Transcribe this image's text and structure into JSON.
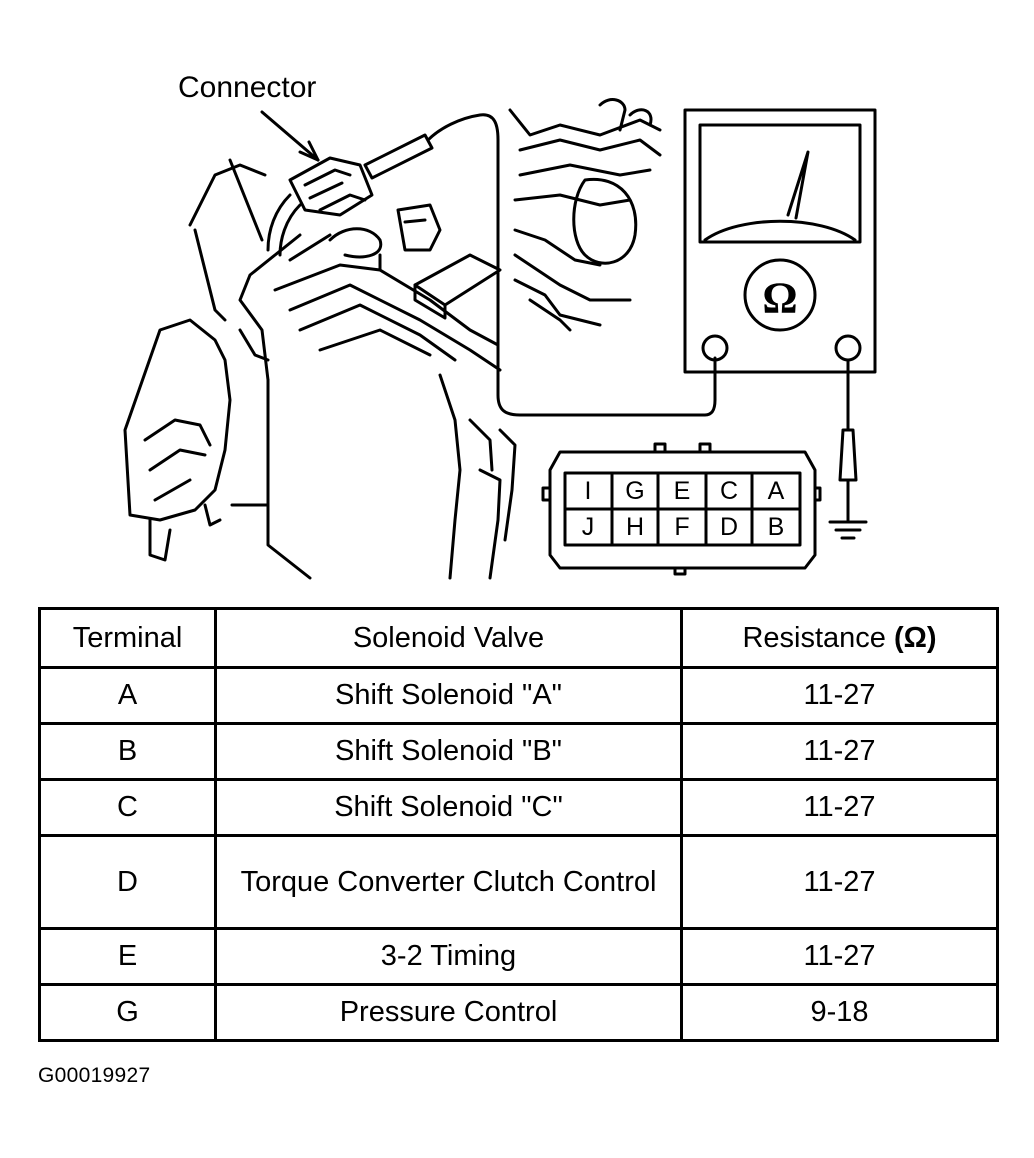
{
  "diagram": {
    "callout_label": "Connector",
    "meter_symbol": "Ω",
    "connector_pins_top": [
      "I",
      "G",
      "E",
      "C",
      "A"
    ],
    "connector_pins_bottom": [
      "J",
      "H",
      "F",
      "D",
      "B"
    ],
    "icons": [
      "multimeter-icon",
      "ground-symbol-icon",
      "probe-icon",
      "transmission-illustration"
    ]
  },
  "table": {
    "headers": {
      "terminal": "Terminal",
      "valve": "Solenoid Valve",
      "resistance": "Resistance",
      "resistance_unit": "(Ω)"
    },
    "rows": [
      {
        "terminal": "A",
        "valve": "Shift Solenoid \"A\"",
        "resistance": "11-27"
      },
      {
        "terminal": "B",
        "valve": "Shift Solenoid \"B\"",
        "resistance": "11-27"
      },
      {
        "terminal": "C",
        "valve": "Shift Solenoid \"C\"",
        "resistance": "11-27"
      },
      {
        "terminal": "D",
        "valve": "Torque Converter Clutch Control",
        "resistance": "11-27"
      },
      {
        "terminal": "E",
        "valve": "3-2 Timing",
        "resistance": "11-27"
      },
      {
        "terminal": "G",
        "valve": "Pressure Control",
        "resistance": "9-18"
      }
    ]
  },
  "figure_id": "G00019927"
}
